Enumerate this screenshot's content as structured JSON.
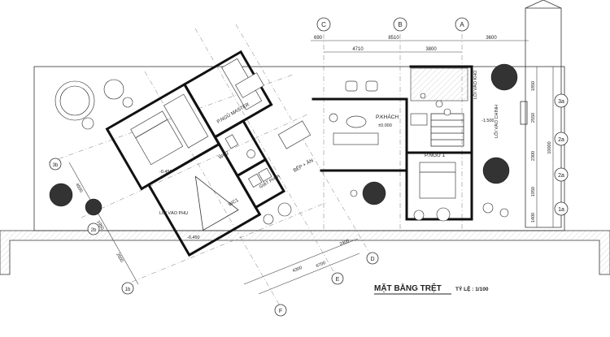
{
  "title": {
    "main": "MẶT BẰNG TRỆT",
    "scale": "TỶ LỆ : 1/100"
  },
  "grid_bubbles": {
    "top": [
      "C",
      "B",
      "A"
    ],
    "right": [
      "3a",
      "2a",
      "2a",
      "1a"
    ],
    "bottom_diag": [
      "D",
      "E",
      "F"
    ],
    "left_diag": [
      "3b",
      "2b",
      "1b"
    ]
  },
  "dimensions": {
    "top_total": [
      "690",
      "8510",
      "3600"
    ],
    "top_detail": [
      "4710",
      "3800"
    ],
    "right": [
      "1850",
      "2550",
      "2300",
      "1950",
      "1400"
    ],
    "right_total": "10000",
    "diag_bottom": [
      "2400",
      "4300",
      "6700"
    ],
    "diag_left": [
      "4500",
      "1950",
      "2500"
    ]
  },
  "rooms": {
    "master": "P.NGỦ MASTER",
    "wc2": "WC2",
    "giat_phoi": "GIẶT PHƠI",
    "wc1": "WC1",
    "kitchen": "BẾP + ĂN",
    "living": "P.KHÁCH",
    "bedroom1": "P.NGỦ 1",
    "main_entry": "LỐI VÀO CHÍNH",
    "car_entry": "LỐI VÀO KHO",
    "side_entry": "LỐI VÀO PHỤ"
  },
  "levels": {
    "living": "±0.000",
    "entry": "-1.500",
    "garden": "-0.450",
    "yard": "-0.450"
  }
}
